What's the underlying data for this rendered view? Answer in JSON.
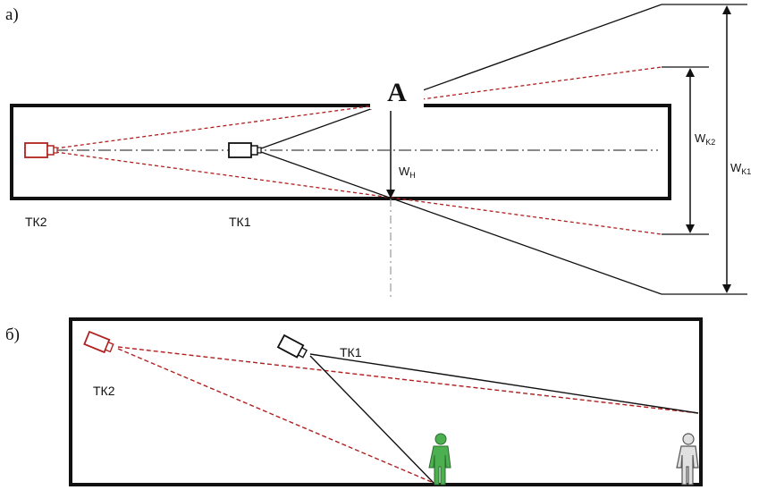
{
  "panel_a": {
    "label": "а)",
    "point_a": "A",
    "w_h": {
      "main": "W",
      "sub": "H"
    },
    "w_k2": {
      "main": "W",
      "sub": "K2"
    },
    "w_k1": {
      "main": "W",
      "sub": "K1"
    },
    "camera_tk2": "ТК2",
    "camera_tk1": "ТК1"
  },
  "panel_b": {
    "label": "б)",
    "camera_tk1": "ТК1",
    "camera_tk2": "ТК2"
  },
  "colors": {
    "black": "#111111",
    "red": "#b02020",
    "gray": "#999999",
    "person_green": "#4caf50",
    "person_gray": "#c8c8c8"
  }
}
